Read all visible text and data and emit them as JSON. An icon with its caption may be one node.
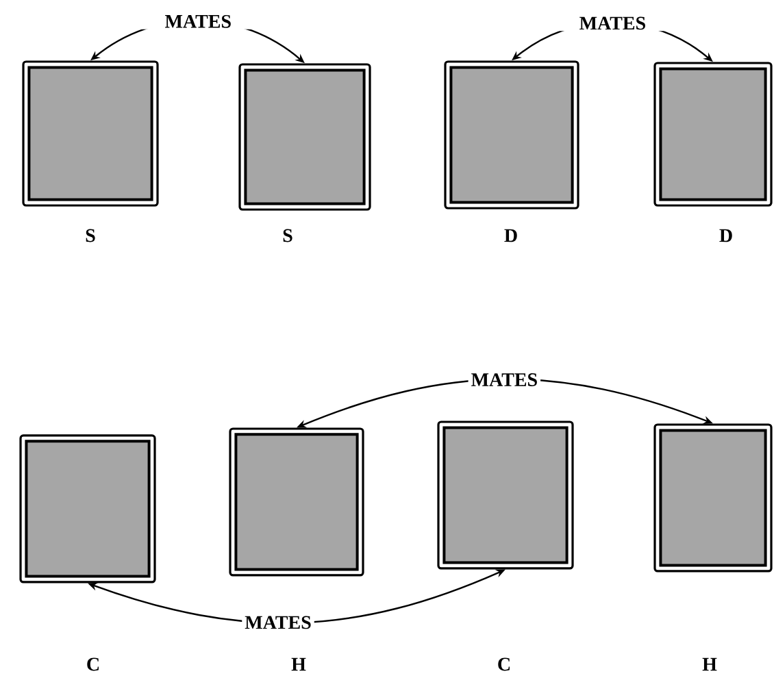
{
  "diagram": {
    "nodes": [
      {
        "text": [
          "S"
        ]
      },
      {
        "text": [
          "S"
        ]
      },
      {
        "text": [
          "D"
        ]
      },
      {
        "text": [
          "D"
        ]
      },
      {
        "text": [
          "C"
        ]
      },
      {
        "text": [
          "H"
        ]
      },
      {
        "text": [
          "C"
        ]
      },
      {
        "text": [
          "H"
        ]
      }
    ],
    "edges": [
      {
        "from": 0,
        "to": 1,
        "arrow": "both",
        "label": "MATES"
      },
      {
        "from": 2,
        "to": 3,
        "arrow": "both",
        "label": "MATES"
      },
      {
        "from": 5,
        "to": 7,
        "arrow": "both",
        "label": "MATES"
      },
      {
        "from": 4,
        "to": 6,
        "arrow": "both",
        "label": "MATES"
      }
    ]
  }
}
